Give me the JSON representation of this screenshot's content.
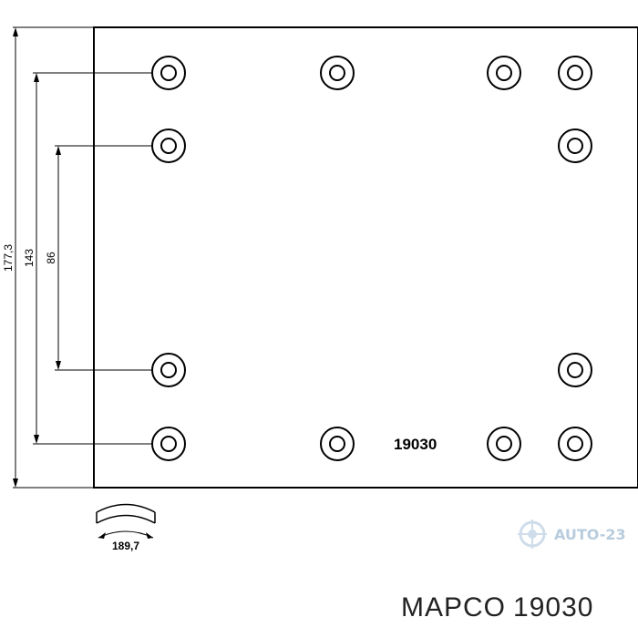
{
  "drawing": {
    "part_label": "19030",
    "dim_total_height": "177,3",
    "dim_outer_pitch": "143",
    "dim_inner_pitch": "86",
    "dim_arc_width": "189,7"
  },
  "caption": {
    "brand": "MAPCO",
    "part_number": "19030"
  },
  "watermark": {
    "text": "AUTO-23"
  }
}
